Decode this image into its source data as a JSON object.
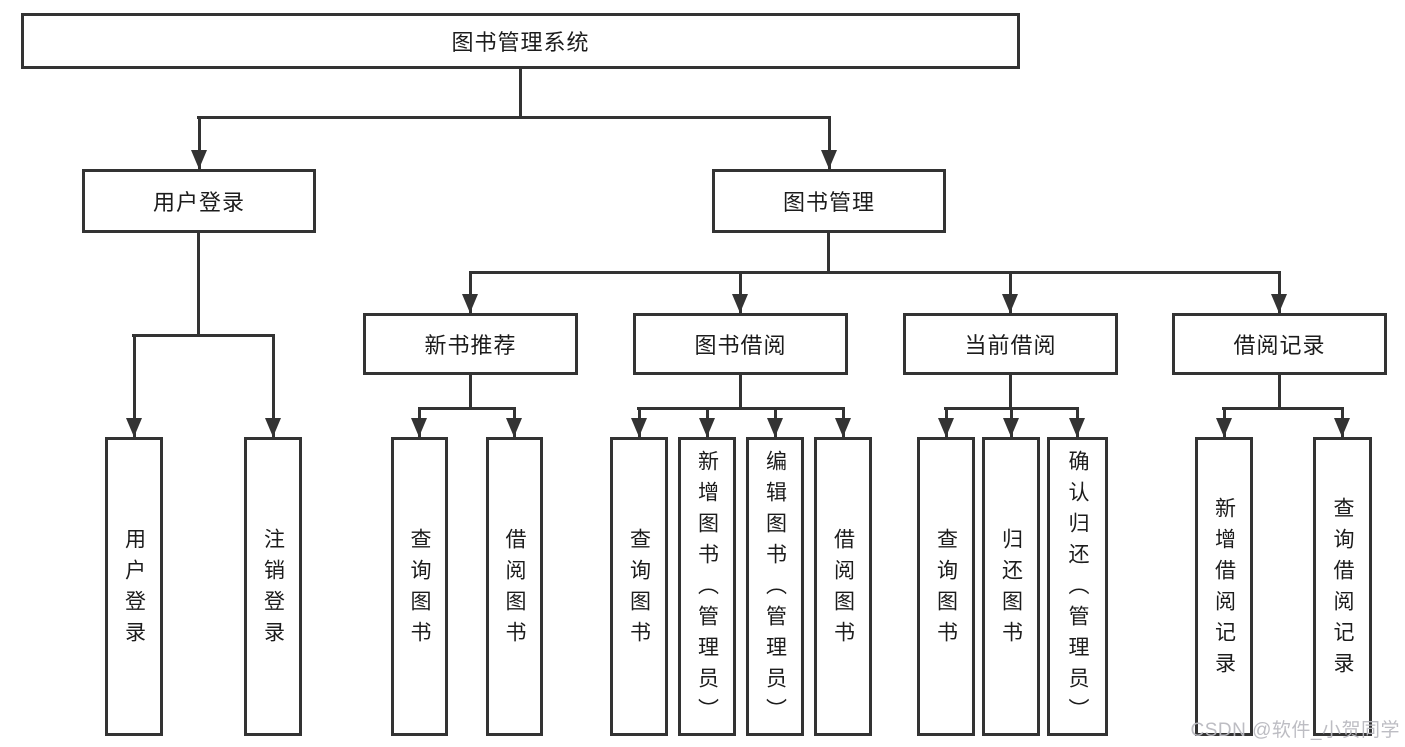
{
  "tree": {
    "root": {
      "label": "图书管理系统",
      "children": [
        {
          "label": "用户登录",
          "children": [
            {
              "label": "用户登录"
            },
            {
              "label": "注销登录"
            }
          ]
        },
        {
          "label": "图书管理",
          "children": [
            {
              "label": "新书推荐",
              "children": [
                {
                  "label": "查询图书"
                },
                {
                  "label": "借阅图书"
                }
              ]
            },
            {
              "label": "图书借阅",
              "children": [
                {
                  "label": "查询图书"
                },
                {
                  "label": "新增图书（管理员）"
                },
                {
                  "label": "编辑图书（管理员）"
                },
                {
                  "label": "借阅图书"
                }
              ]
            },
            {
              "label": "当前借阅",
              "children": [
                {
                  "label": "查询图书"
                },
                {
                  "label": "归还图书"
                },
                {
                  "label": "确认归还（管理员）"
                }
              ]
            },
            {
              "label": "借阅记录",
              "children": [
                {
                  "label": "新增借阅记录"
                },
                {
                  "label": "查询借阅记录"
                }
              ]
            }
          ]
        }
      ]
    }
  },
  "watermark": {
    "text": "CSDN @软件_小贺同学"
  },
  "colors": {
    "line": "#333333",
    "box_background": "#ffffff",
    "text": "#1c1c1c",
    "watermark": "#b9b9c0"
  }
}
